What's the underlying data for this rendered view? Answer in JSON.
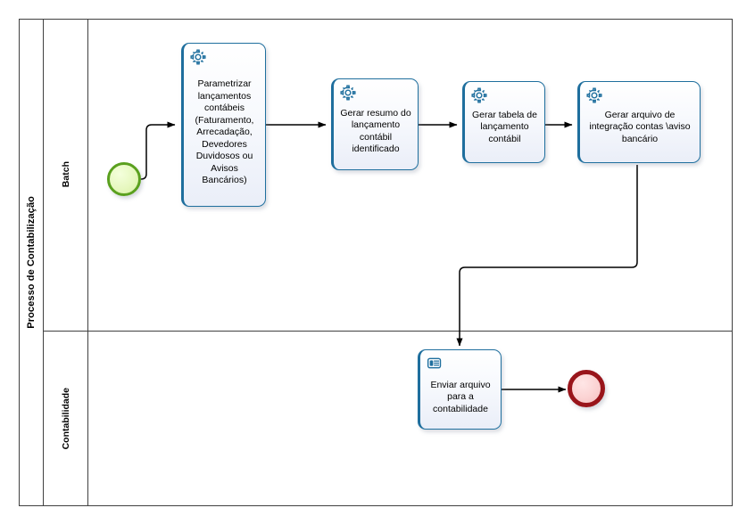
{
  "diagram": {
    "type": "bpmn-process",
    "pool": {
      "label": "Processo de Contabilização"
    },
    "lanes": [
      {
        "id": "lane-batch",
        "label": "Batch"
      },
      {
        "id": "lane-contabilidade",
        "label": "Contabilidade"
      }
    ],
    "colors": {
      "task_border": "#1f6f9e",
      "task_fill": "#eef2fa",
      "start_event_border": "#5aa01e",
      "start_event_fill": "#e7f8c0",
      "end_event_border": "#99151b",
      "end_event_fill": "#fbd3d3",
      "connector": "#000000",
      "pool_border": "#404040",
      "icon": "#1f6f9e"
    },
    "events": [
      {
        "id": "start-event",
        "name": "start-event",
        "type": "start",
        "lane": "Batch"
      },
      {
        "id": "end-event",
        "name": "end-event",
        "type": "end",
        "lane": "Contabilidade"
      }
    ],
    "tasks": [
      {
        "id": "task-parametrizar",
        "label": "Parametrizar lançamentos contábeis (Faturamento, Arrecadação, Devedores Duvidosos ou Avisos Bancários)",
        "icon": "gear-icon",
        "task_type": "service",
        "lane": "Batch"
      },
      {
        "id": "task-gerar-resumo",
        "label": "Gerar resumo do lançamento contábil identificado",
        "icon": "gear-icon",
        "task_type": "service",
        "lane": "Batch"
      },
      {
        "id": "task-gerar-tabela",
        "label": "Gerar tabela de lançamento contábil",
        "icon": "gear-icon",
        "task_type": "service",
        "lane": "Batch"
      },
      {
        "id": "task-gerar-arquivo",
        "label": "Gerar arquivo de integração contas \\aviso bancário",
        "icon": "gear-icon",
        "task_type": "service",
        "lane": "Batch"
      },
      {
        "id": "task-enviar-arquivo",
        "label": "Enviar arquivo para a contabilidade",
        "icon": "manual-hand-icon",
        "task_type": "manual",
        "lane": "Contabilidade"
      }
    ],
    "sequence_flows": [
      {
        "id": "flow-1",
        "from": "start-event",
        "to": "task-parametrizar",
        "label": ""
      },
      {
        "id": "flow-2",
        "from": "task-parametrizar",
        "to": "task-gerar-resumo",
        "label": ""
      },
      {
        "id": "flow-3",
        "from": "task-gerar-resumo",
        "to": "task-gerar-tabela",
        "label": ""
      },
      {
        "id": "flow-4",
        "from": "task-gerar-tabela",
        "to": "task-gerar-arquivo",
        "label": ""
      },
      {
        "id": "flow-5",
        "from": "task-gerar-arquivo",
        "to": "task-enviar-arquivo",
        "label": ""
      },
      {
        "id": "flow-6",
        "from": "task-enviar-arquivo",
        "to": "end-event",
        "label": ""
      }
    ]
  }
}
